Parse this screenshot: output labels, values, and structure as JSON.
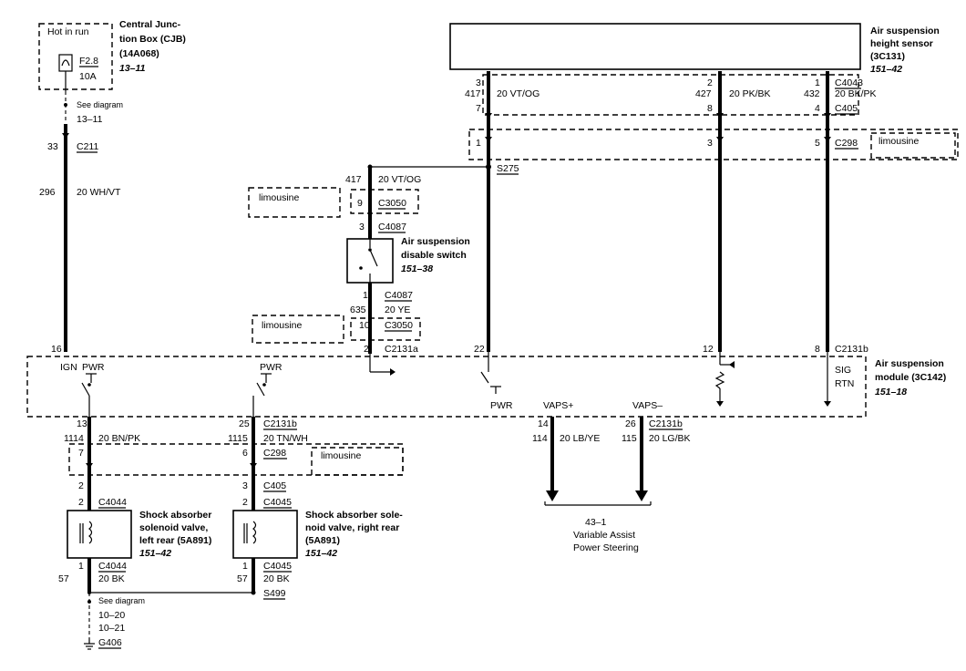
{
  "cjb": {
    "hot_in_run": "Hot in run",
    "title_lines": [
      "Central Junc-",
      "tion Box (CJB)",
      "(14A068)"
    ],
    "ref": "13–11",
    "fuse_name": "F2.8",
    "fuse_rating": "10A",
    "see_diagram": "See diagram",
    "see_ref": "13–11",
    "connector_pin": "33",
    "connector": "C211",
    "circuit": "296",
    "wire": "20 WH/VT"
  },
  "height_sensor": {
    "title_lines": [
      "Air suspension",
      "height sensor",
      "(3C131)"
    ],
    "ref": "151–42",
    "pins": [
      "3",
      "2",
      "1"
    ],
    "connector": "C4043",
    "circuits": [
      "417",
      "427",
      "432"
    ],
    "wires": [
      "20 VT/OG",
      "20 PK/BK",
      "20 BK/PK"
    ],
    "c405_pins": [
      "7",
      "8",
      "4"
    ],
    "c405": "C405",
    "c298_pins": [
      "1",
      "3",
      "5"
    ],
    "c298": "C298",
    "limousine": "limousine",
    "splice": "S275"
  },
  "disable_switch": {
    "circuit_top": "417",
    "wire_top": "20 VT/OG",
    "limousine_top": "limousine",
    "c3050_pin_top": "9",
    "c3050": "C3050",
    "c4087_pin_top": "3",
    "c4087": "C4087",
    "title_lines": [
      "Air suspension",
      "disable switch"
    ],
    "ref": "151–38",
    "c4087_pin_bottom": "1",
    "circuit_bottom": "635",
    "wire_bottom": "20 YE",
    "limousine_bottom": "limousine",
    "c3050_pin_bottom": "10",
    "c2131a_pin": "2",
    "c2131a": "C2131a"
  },
  "module": {
    "title_lines": [
      "Air suspension",
      "module (3C142)"
    ],
    "ref": "151–18",
    "connector": "C2131b",
    "pin_ign": "16",
    "pin_22": "22",
    "pin_12": "12",
    "pin_8": "8",
    "label_ign": "IGN",
    "label_pwr": "PWR",
    "label_sig": "SIG",
    "label_rtn": "RTN",
    "label_vaps_plus": "VAPS+",
    "label_vaps_minus": "VAPS–"
  },
  "left_valve": {
    "pin_top": "13",
    "circuit": "1114",
    "wire": "20 BN/PK",
    "c298_pin": "7",
    "c298": "C298",
    "limousine": "limousine",
    "c405_pin": "2",
    "c4044_pin": "2",
    "c4044": "C4044",
    "title_lines": [
      "Shock absorber",
      "solenoid valve,",
      "left rear (5A891)"
    ],
    "ref": "151–42",
    "c4044_pin_bottom": "1",
    "circuit_bottom": "57",
    "wire_bottom": "20 BK",
    "see_diagram": "See diagram",
    "see_refs": [
      "10–20",
      "10–21"
    ],
    "ground": "G406"
  },
  "right_valve": {
    "pin_top": "25",
    "connector": "C2131b",
    "circuit": "1115",
    "wire": "20 TN/WH",
    "c298_pin": "6",
    "c298": "C298",
    "c405_pin": "3",
    "c405": "C405",
    "c4045_pin": "2",
    "c4045": "C4045",
    "title_lines": [
      "Shock absorber sole-",
      "noid valve, right rear",
      "(5A891)"
    ],
    "ref": "151–42",
    "c4045_pin_bottom": "1",
    "circuit_bottom": "57",
    "wire_bottom": "20 BK",
    "splice": "S499"
  },
  "vaps": {
    "pin_plus": "14",
    "pin_minus": "26",
    "connector": "C2131b",
    "circuit_plus": "114",
    "wire_plus": "20 LB/YE",
    "circuit_minus": "115",
    "wire_minus": "20 LG/BK",
    "ref": "43–1",
    "dest_lines": [
      "Variable Assist",
      "Power Steering"
    ]
  }
}
